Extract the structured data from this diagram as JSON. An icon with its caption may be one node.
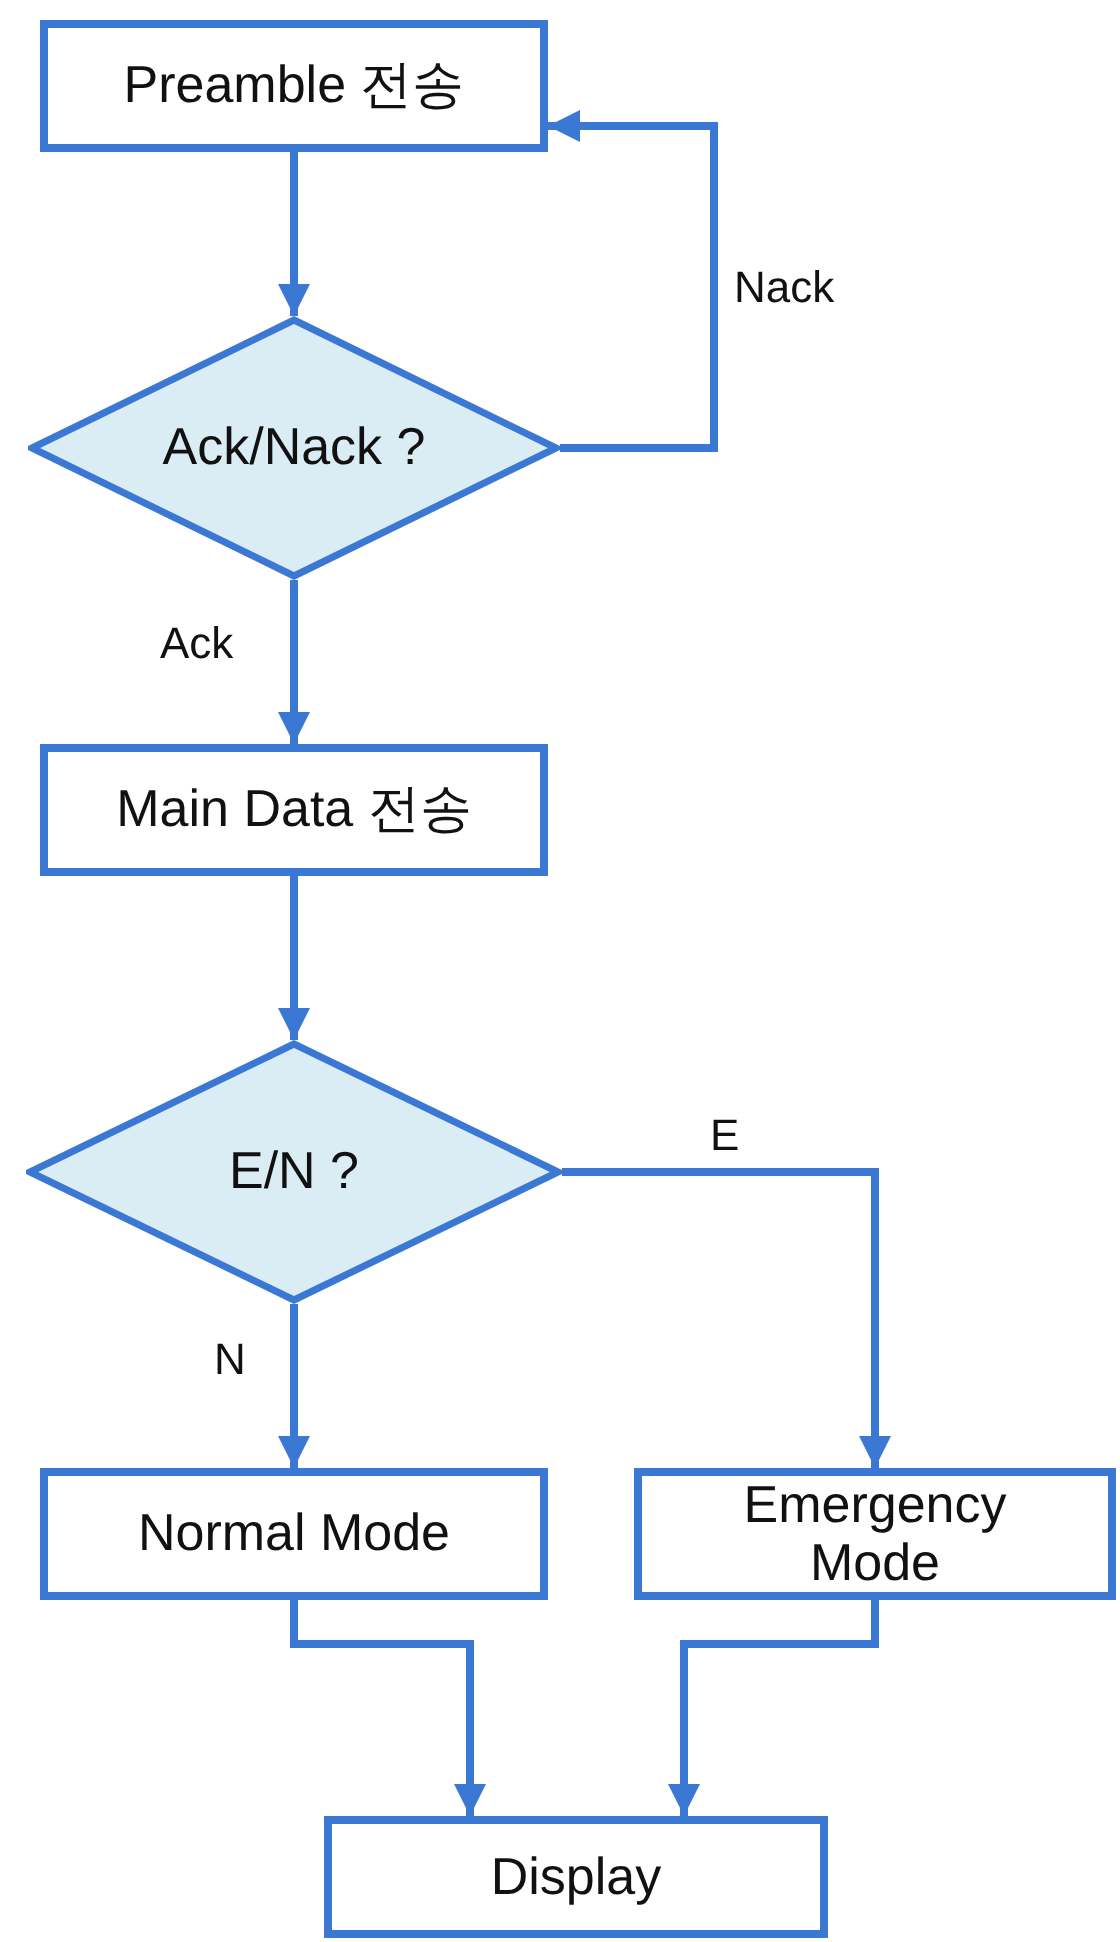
{
  "diagram": {
    "nodes": [
      {
        "text": [
          "Preamble 전송"
        ]
      },
      {
        "text": [
          "Ack/Nack ?"
        ]
      },
      {
        "text": [
          "Main Data 전송"
        ]
      },
      {
        "text": [
          "E/N ?"
        ]
      },
      {
        "text": [
          "Normal Mode"
        ]
      },
      {
        "text": [
          "Emergency Mode"
        ]
      },
      {
        "text": [
          "Display"
        ]
      }
    ],
    "edges": [
      {
        "from": 0,
        "to": 1,
        "arrow": "to"
      },
      {
        "from": 1,
        "to": 0,
        "arrow": "to",
        "label": "Nack"
      },
      {
        "from": 1,
        "to": 2,
        "arrow": "to",
        "label": "Ack"
      },
      {
        "from": 2,
        "to": 3,
        "arrow": "to"
      },
      {
        "from": 3,
        "to": 5,
        "arrow": "to",
        "label": "E"
      },
      {
        "from": 3,
        "to": 4,
        "arrow": "to",
        "label": "N"
      },
      {
        "from": 4,
        "to": 6,
        "arrow": "to"
      },
      {
        "from": 5,
        "to": 6,
        "arrow": "to"
      }
    ]
  }
}
